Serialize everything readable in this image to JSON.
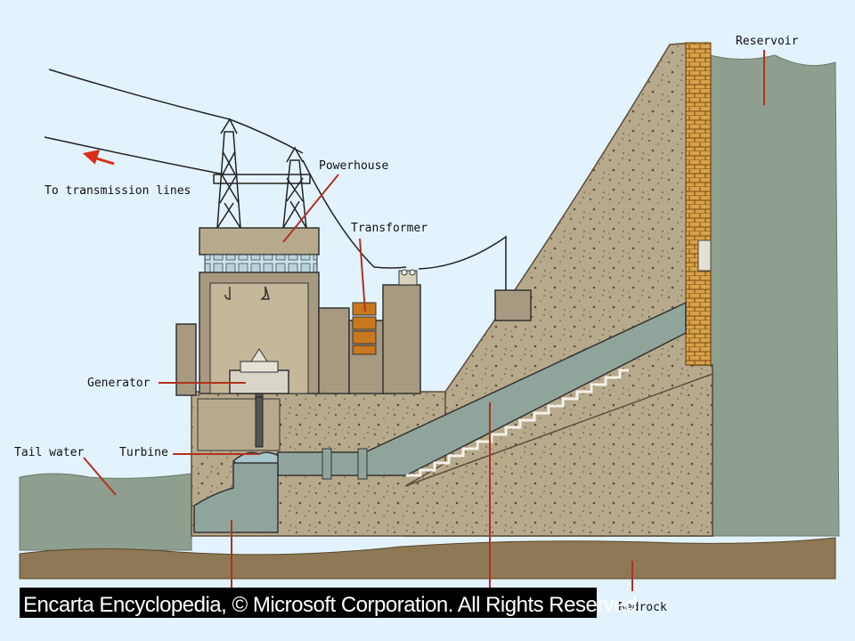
{
  "labels": {
    "reservoir": "Reservoir",
    "powerhouse": "Powerhouse",
    "transformer": "Transformer",
    "to_transmission_lines": "To transmission lines",
    "generator": "Generator",
    "turbine": "Turbine",
    "tail_water": "Tail water",
    "bedrock": "Bedrock"
  },
  "credit": "Encarta Encyclopedia, © Microsoft Corporation. All Rights Reserved.",
  "colors": {
    "background": "#e3f3fd",
    "water": "#8f9f8f",
    "concrete": "#b7a98b",
    "building": "#a89a80",
    "bedrock": "#8e7855",
    "leader_line": "#b1321f",
    "arrow": "#d8301b",
    "credit_band": "#000000"
  }
}
